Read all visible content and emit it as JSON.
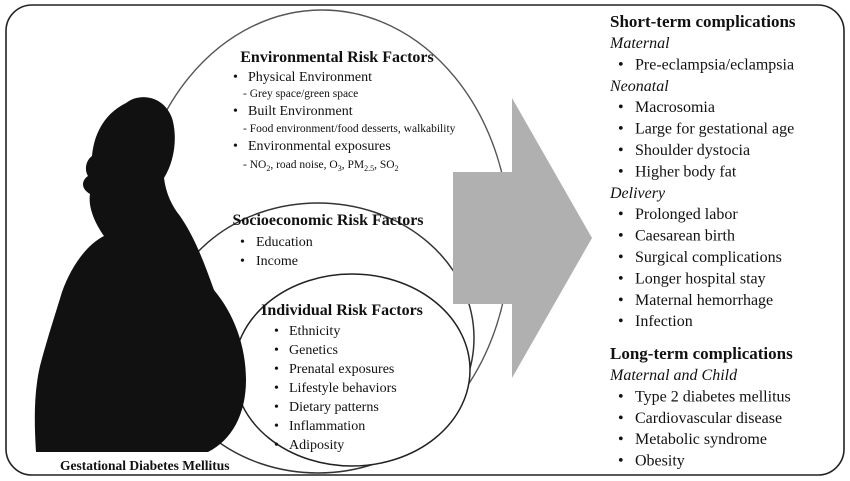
{
  "environmental": {
    "title": "Environmental Risk Factors",
    "items": [
      {
        "label": "Physical Environment",
        "sub": "- Grey space/green space"
      },
      {
        "label": "Built Environment",
        "sub": "- Food environment/food desserts, walkability"
      },
      {
        "label": "Environmental exposures",
        "sub_parts": [
          "- NO",
          "2",
          ", road noise, O",
          "3",
          ", PM",
          "2.5",
          ", SO",
          "2"
        ]
      }
    ]
  },
  "socioeconomic": {
    "title": "Socioeconomic Risk Factors",
    "items": [
      "Education",
      "Income"
    ]
  },
  "individual": {
    "title": "Individual Risk Factors",
    "items": [
      "Ethnicity",
      "Genetics",
      "Prenatal exposures",
      "Lifestyle behaviors",
      "Dietary patterns",
      "Inflammation",
      "Adiposity"
    ]
  },
  "caption": "Gestational Diabetes Mellitus",
  "short_term": {
    "title": "Short-term complications",
    "groups": [
      {
        "name": "Maternal",
        "items": [
          "Pre-eclampsia/eclampsia"
        ]
      },
      {
        "name": "Neonatal",
        "items": [
          "Macrosomia",
          "Large for gestational age",
          "Shoulder dystocia",
          "Higher body fat"
        ]
      },
      {
        "name": "Delivery",
        "items": [
          "Prolonged labor",
          "Caesarean birth",
          "Surgical complications",
          "Longer hospital stay",
          "Maternal hemorrhage",
          "Infection"
        ]
      }
    ]
  },
  "long_term": {
    "title": "Long-term complications",
    "groups": [
      {
        "name": "Maternal and Child",
        "items": [
          "Type 2 diabetes mellitus",
          "Cardiovascular disease",
          "Metabolic syndrome",
          "Obesity"
        ]
      }
    ]
  },
  "bullet": "•"
}
